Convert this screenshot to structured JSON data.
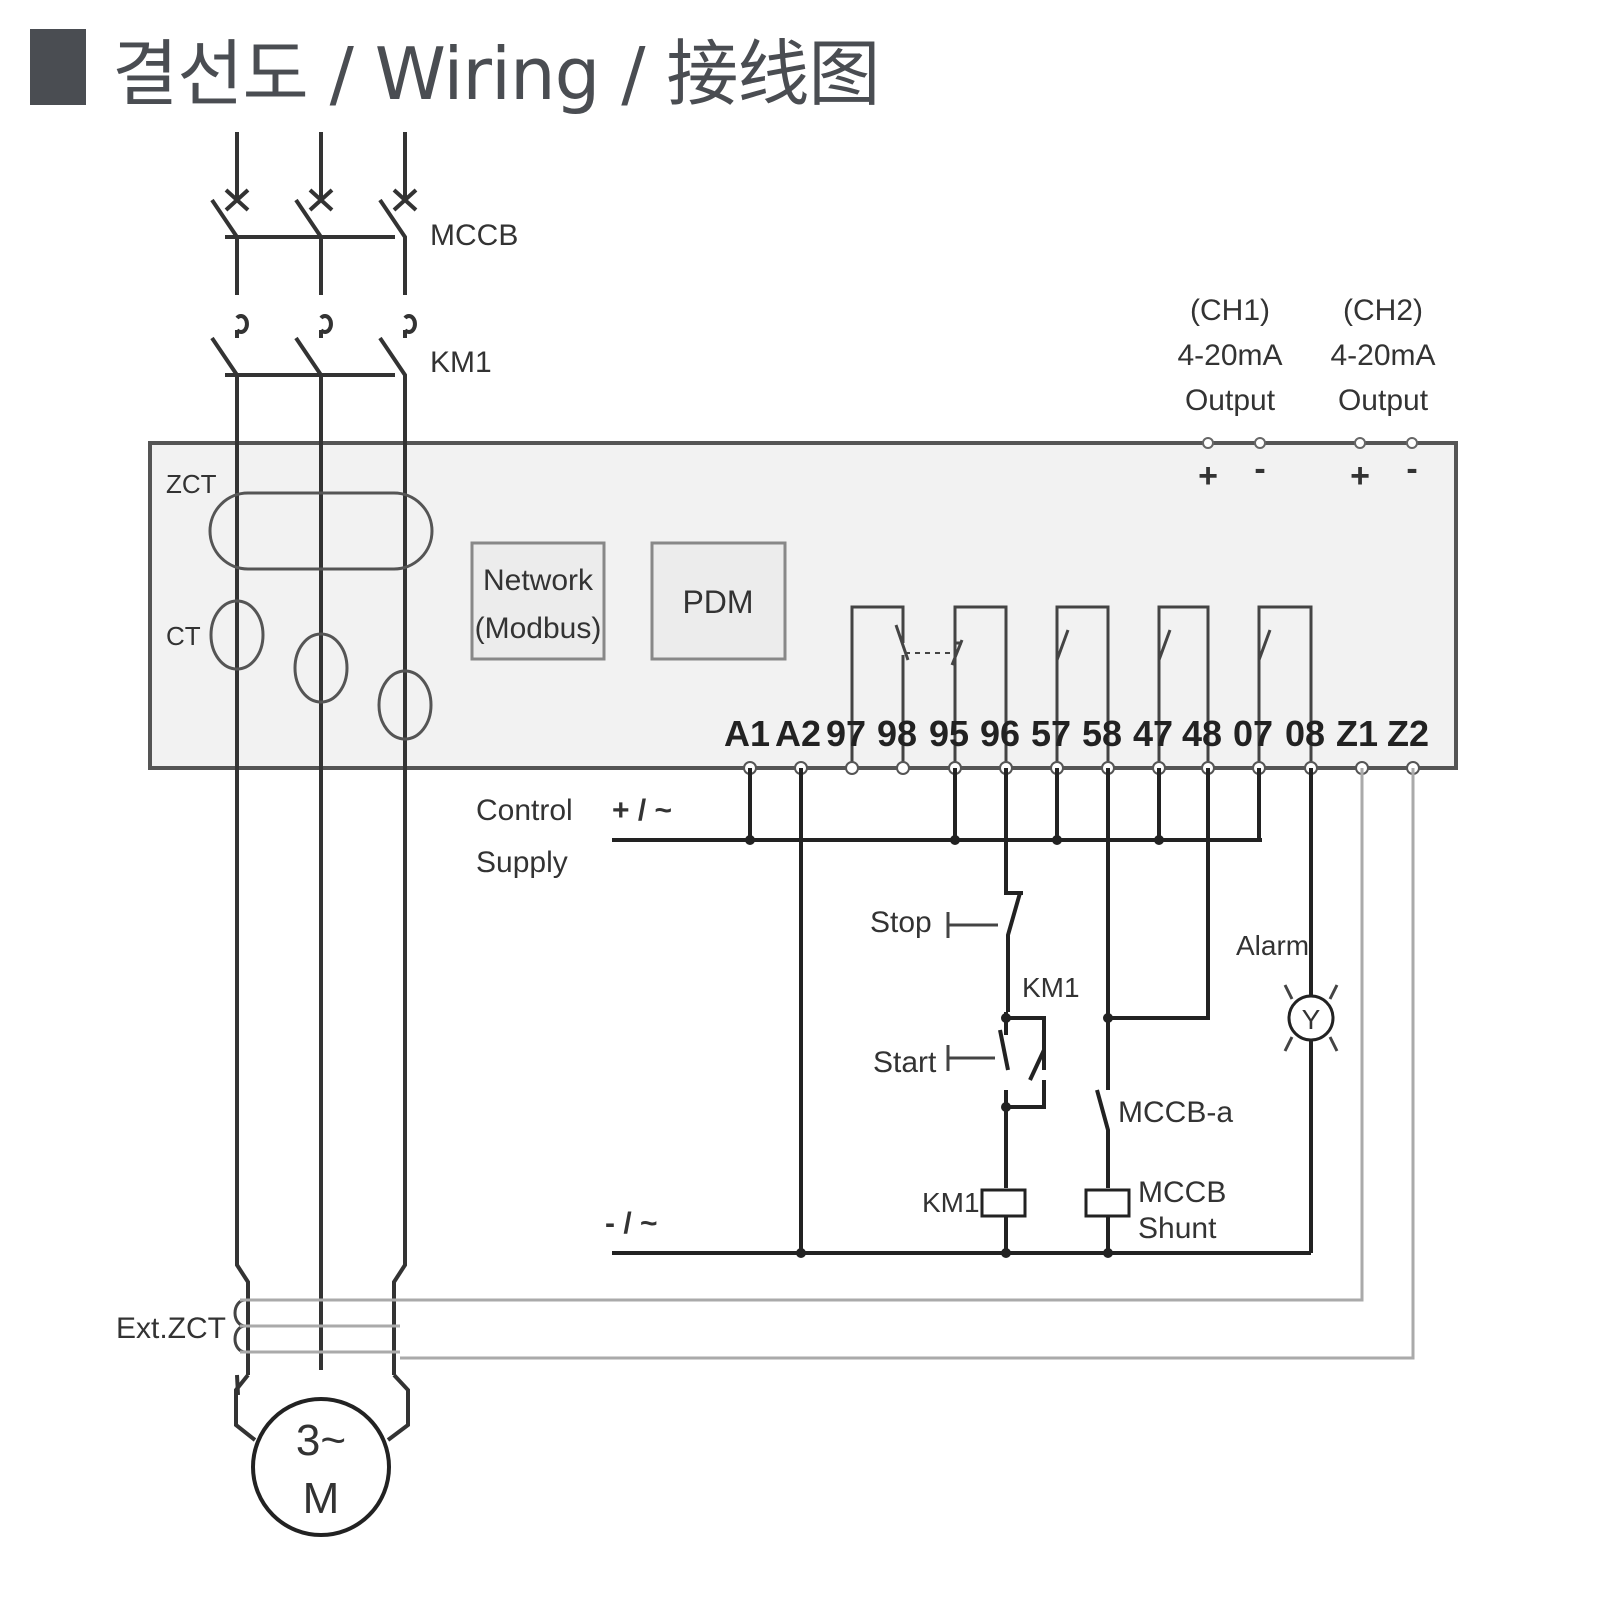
{
  "title": "결선도 / Wiring / 接线图",
  "labels": {
    "mccb": "MCCB",
    "km1_top": "KM1",
    "ch1_line1": "(CH1)",
    "ch1_line2": "4-20mA",
    "ch1_line3": "Output",
    "ch2_line1": "(CH2)",
    "ch2_line2": "4-20mA",
    "ch2_line3": "Output",
    "zct": "ZCT",
    "ct": "CT",
    "network_line1": "Network",
    "network_line2": "(Modbus)",
    "pdm": "PDM",
    "control_line1": "Control",
    "control_line2": "Supply",
    "plus_supply": "+ / ~",
    "minus_supply": "- / ~",
    "stop": "Stop",
    "start": "Start",
    "km1_contact": "KM1",
    "km1_coil": "KM1",
    "mccb_a": "MCCB-a",
    "mccb_shunt_line1": "MCCB",
    "mccb_shunt_line2": "Shunt",
    "alarm": "Alarm",
    "ext_zct": "Ext.ZCT",
    "motor_line1": "3~",
    "motor_line2": "M",
    "plus": "+",
    "minus": "-"
  },
  "terminals": [
    "A1",
    "A2",
    "97",
    "98",
    "95",
    "96",
    "57",
    "58",
    "47",
    "48",
    "07",
    "08",
    "Z1",
    "Z2"
  ],
  "colors": {
    "title": "#4a4d52",
    "panel": "#f2f2f2",
    "wire": "#222222"
  }
}
